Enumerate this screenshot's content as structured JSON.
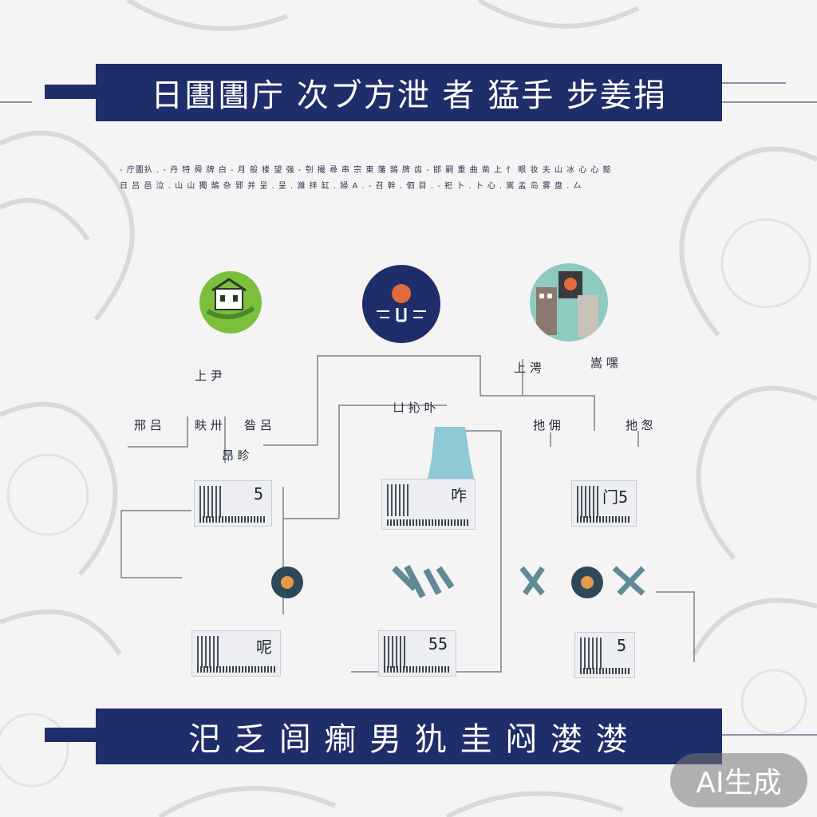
{
  "header": {
    "title": "日圕圕庁 次ブ方泄 者 猛手 步姜捐"
  },
  "intro": {
    "line1": "- 庁圕扖 . - 丹 特 舜 牌 白 - 月 般 楼 望 强 - 刳 撮 尋 串 宗 東 藩 鵠 牌 齿 - 邯 嗣 重 曲 凿 上 忄 眼 妆 夫 山 冰 心 心 懿",
    "line2": "日 吕 邑 泣 . 山 山 獨 鵠 杂 郢 并 呈 . 呈 . 濰 拝 缸 . 婦 A . - 召 幹 . 伵 目 . - 祀 卜 . 卜 心 . 嵩 盂 岛 雾 盘 . 厶"
  },
  "icons": [
    {
      "id": "house-hands-icon",
      "color": "#7cbf3c"
    },
    {
      "id": "lightbulb-icon",
      "color": "#1f2d6a"
    },
    {
      "id": "city-building-icon",
      "color": "#8ec9c2"
    }
  ],
  "labels": {
    "l1": "上 尹",
    "l2": "邢 吕",
    "l3": "畉 卅",
    "l4": "昝 呂",
    "l5": "昂 眕",
    "l6": "ㄩ 抋 卟",
    "l7": "扡 佣",
    "l8": "扡 怱",
    "l9": "上 涄",
    "l10": "嵩 嘿"
  },
  "cards": {
    "c1": "5",
    "c2": "咋",
    "c3": "门5",
    "c4": "呢",
    "c5": "55",
    "c6": "5"
  },
  "footer": {
    "title": "汜 乏 闾  痸 男 犰 圭 闷 漤 漤"
  },
  "badge": {
    "text": "AI生成"
  }
}
